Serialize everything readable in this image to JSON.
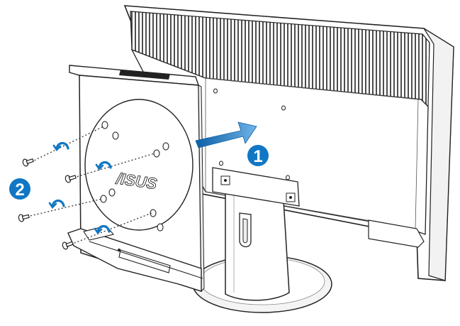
{
  "steps": [
    {
      "number": "1",
      "color": "#1177c4"
    },
    {
      "number": "2",
      "color": "#1177c4"
    }
  ],
  "brand": {
    "text": "/ISUS"
  },
  "colors": {
    "accent_blue": "#1177c4",
    "line": "#222222",
    "arrow_gradient_start": "#0c5fa5",
    "arrow_gradient_end": "#6fb3e8"
  },
  "icons": [
    "push-arrow-icon",
    "rotate-arrow-icon",
    "screw-icon"
  ]
}
